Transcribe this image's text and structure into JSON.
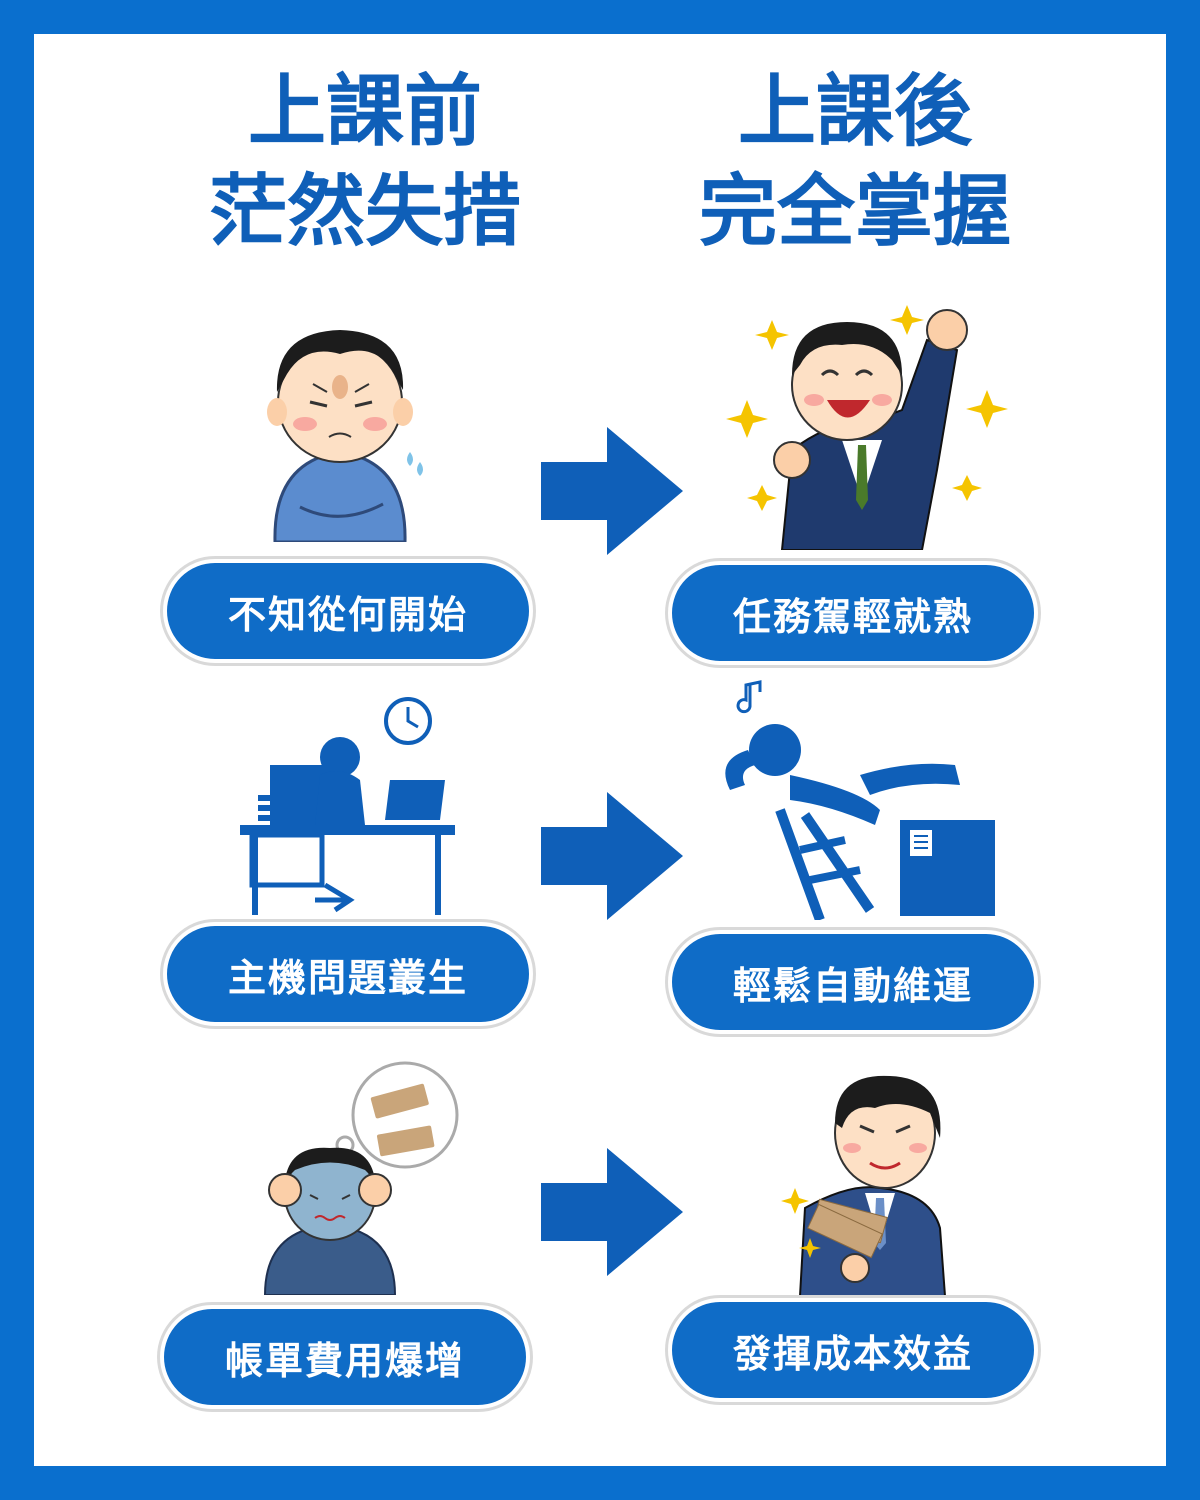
{
  "headings": {
    "before": [
      "上課前",
      "茫然失措"
    ],
    "after": [
      "上課後",
      "完全掌握"
    ]
  },
  "rows": [
    {
      "before": "不知從何開始",
      "after": "任務駕輕就熟"
    },
    {
      "before": "主機問題叢生",
      "after": "輕鬆自動維運"
    },
    {
      "before": "帳單費用爆增",
      "after": "發揮成本效益"
    }
  ],
  "colors": {
    "frame": "#0a6fce",
    "accent": "#0f5fb8",
    "pill": "#0f6cc7"
  },
  "icons": [
    "worried-man-icon",
    "cheering-businessman-icon",
    "overworked-desk-icon",
    "relaxed-chair-icon",
    "money-worry-icon",
    "money-holding-businessman-icon",
    "right-arrow-icon"
  ]
}
